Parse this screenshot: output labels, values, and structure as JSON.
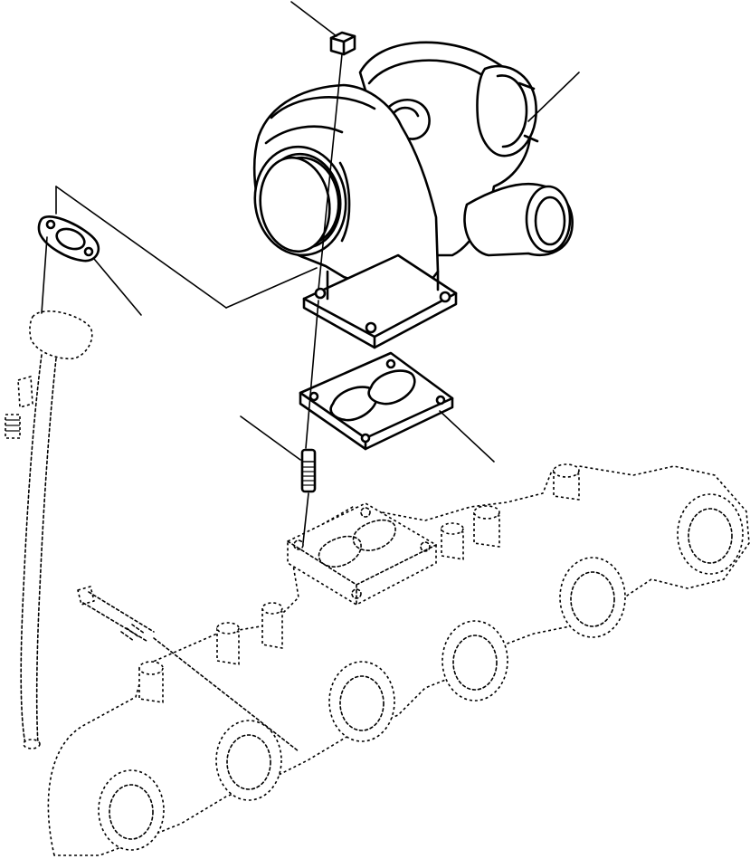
{
  "diagram": {
    "kind": "exploded-parts-view",
    "parts": [
      "turbocharger",
      "turbo-mounting-gasket",
      "oil-supply-gasket",
      "flange-nut",
      "stud",
      "exhaust-manifold",
      "oil-return-tube",
      "mounting-bolt"
    ],
    "line_color": "#000000",
    "background": "#ffffff"
  }
}
